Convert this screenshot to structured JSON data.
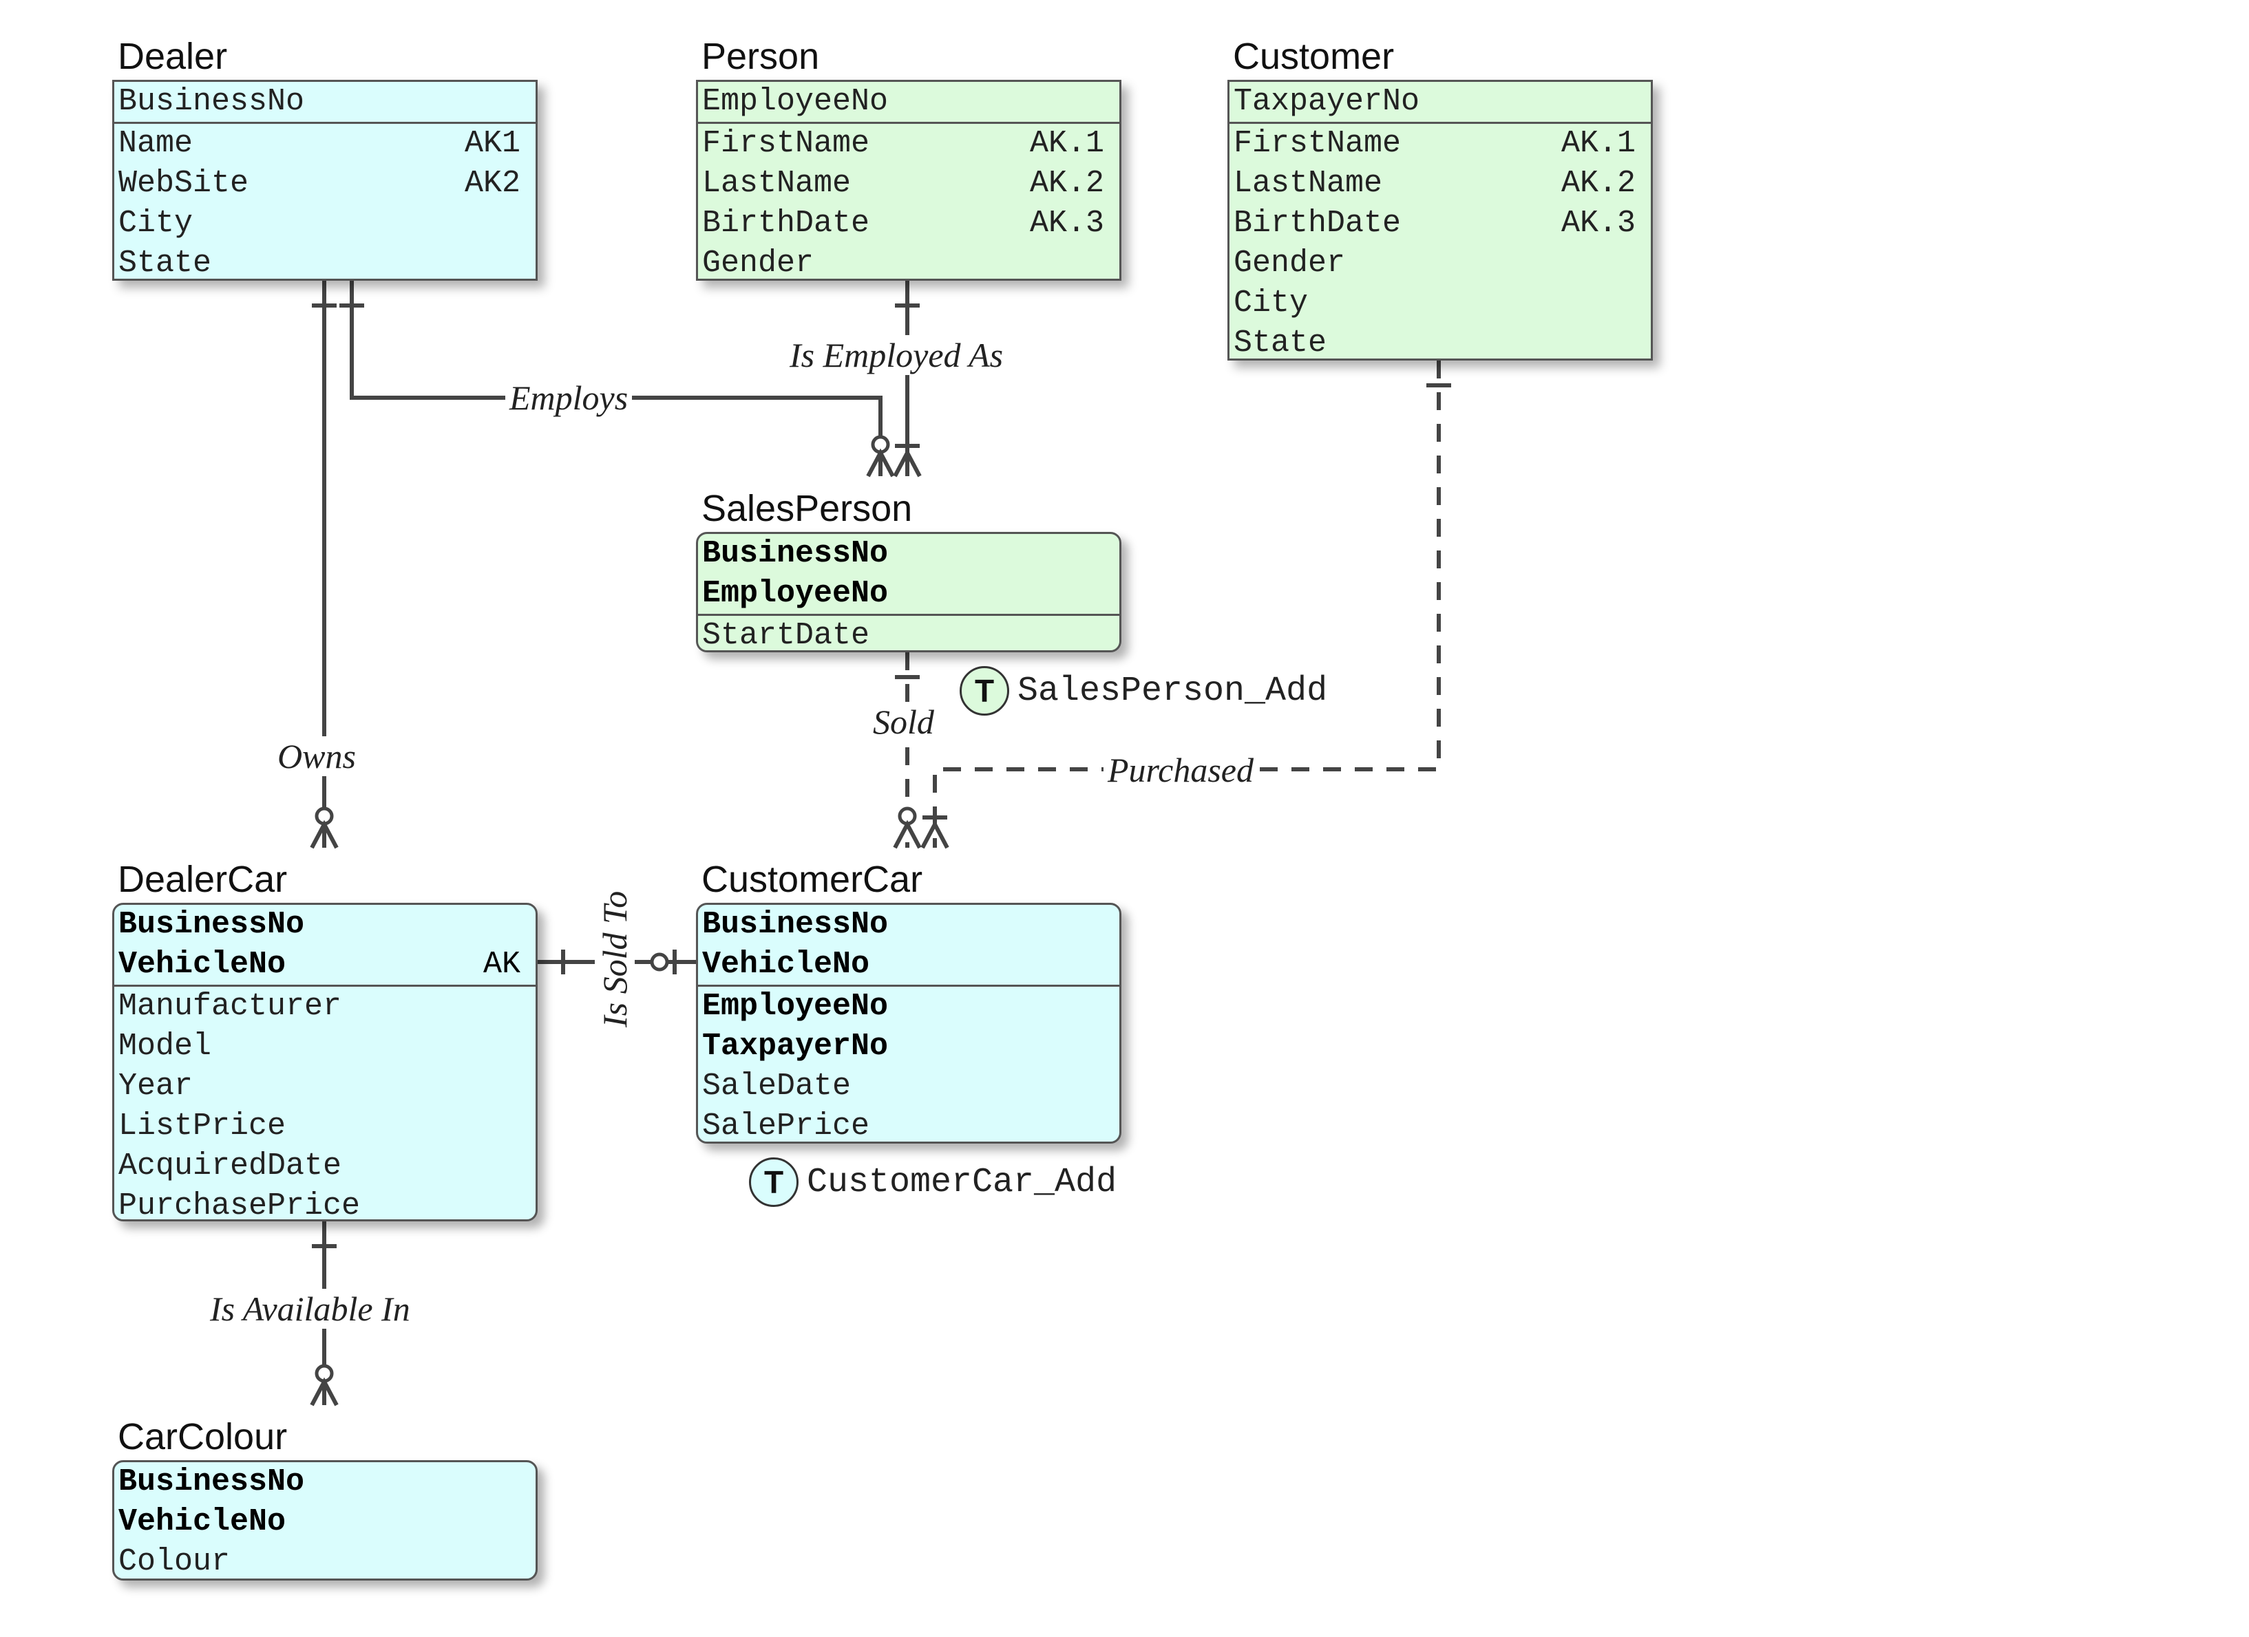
{
  "entities": {
    "dealer": {
      "title": "Dealer",
      "key": [
        {
          "name": "BusinessNo",
          "ak": ""
        }
      ],
      "attrs": [
        {
          "name": "Name",
          "ak": "AK1"
        },
        {
          "name": "WebSite",
          "ak": "AK2"
        },
        {
          "name": "City",
          "ak": ""
        },
        {
          "name": "State",
          "ak": ""
        }
      ]
    },
    "person": {
      "title": "Person",
      "key": [
        {
          "name": "EmployeeNo",
          "ak": ""
        }
      ],
      "attrs": [
        {
          "name": "FirstName",
          "ak": "AK.1"
        },
        {
          "name": "LastName",
          "ak": "AK.2"
        },
        {
          "name": "BirthDate",
          "ak": "AK.3"
        },
        {
          "name": "Gender",
          "ak": ""
        }
      ]
    },
    "customer": {
      "title": "Customer",
      "key": [
        {
          "name": "TaxpayerNo",
          "ak": ""
        }
      ],
      "attrs": [
        {
          "name": "FirstName",
          "ak": "AK.1"
        },
        {
          "name": "LastName",
          "ak": "AK.2"
        },
        {
          "name": "BirthDate",
          "ak": "AK.3"
        },
        {
          "name": "Gender",
          "ak": ""
        },
        {
          "name": "City",
          "ak": ""
        },
        {
          "name": "State",
          "ak": ""
        }
      ]
    },
    "salesperson": {
      "title": "SalesPerson",
      "key": [
        {
          "name": "BusinessNo",
          "ak": ""
        },
        {
          "name": "EmployeeNo",
          "ak": ""
        }
      ],
      "attrs": [
        {
          "name": "StartDate",
          "ak": ""
        }
      ]
    },
    "dealercar": {
      "title": "DealerCar",
      "key": [
        {
          "name": "BusinessNo",
          "ak": ""
        },
        {
          "name": "VehicleNo",
          "ak": "AK"
        }
      ],
      "attrs": [
        {
          "name": "Manufacturer",
          "ak": ""
        },
        {
          "name": "Model",
          "ak": ""
        },
        {
          "name": "Year",
          "ak": ""
        },
        {
          "name": "ListPrice",
          "ak": ""
        },
        {
          "name": "AcquiredDate",
          "ak": ""
        },
        {
          "name": "PurchasePrice",
          "ak": ""
        }
      ]
    },
    "customercar": {
      "title": "CustomerCar",
      "key": [
        {
          "name": "BusinessNo",
          "ak": ""
        },
        {
          "name": "VehicleNo",
          "ak": ""
        }
      ],
      "fks": [
        {
          "name": "EmployeeNo",
          "ak": ""
        },
        {
          "name": "TaxpayerNo",
          "ak": ""
        }
      ],
      "attrs": [
        {
          "name": "SaleDate",
          "ak": ""
        },
        {
          "name": "SalePrice",
          "ak": ""
        }
      ]
    },
    "carcolour": {
      "title": "CarColour",
      "key": [
        {
          "name": "BusinessNo",
          "ak": ""
        },
        {
          "name": "VehicleNo",
          "ak": ""
        }
      ],
      "attrs": [
        {
          "name": "Colour",
          "ak": ""
        }
      ]
    }
  },
  "relationships": {
    "employs": "Employs",
    "is_employed_as": "Is Employed As",
    "owns": "Owns",
    "sold": "Sold",
    "purchased": "Purchased",
    "is_sold_to": "Is Sold To",
    "is_available_in": "Is Available In"
  },
  "triggers": {
    "salesperson_add": {
      "badge": "T",
      "label": "SalesPerson_Add"
    },
    "customercar_add": {
      "badge": "T",
      "label": "CustomerCar_Add"
    }
  },
  "colors": {
    "independent_entity": "#dcfadc",
    "dependent_entity": "#dafdfd",
    "line": "#444444"
  }
}
